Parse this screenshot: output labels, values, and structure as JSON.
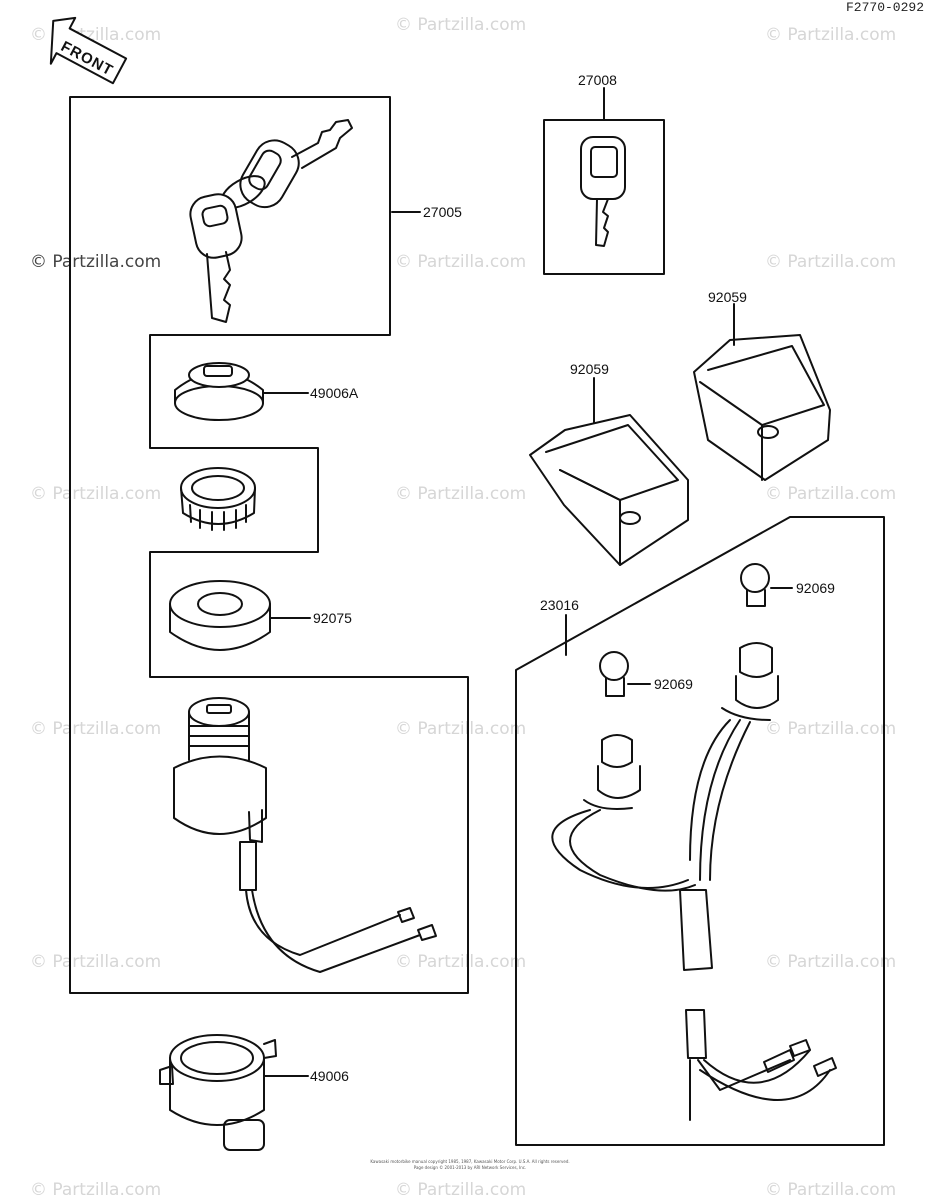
{
  "diagram_code": "F2770-0292",
  "front_label": "FRONT",
  "watermark": "© Partzilla.com",
  "copyright_lines": [
    "Kawasaki motorbike manual copyright 1985, 1987, Kawasaki Motor Corp. U.S.A. All rights reserved.",
    "Page design © 2001-2013 by ARI Network Services, Inc."
  ],
  "parts": {
    "p27005": "27005",
    "p49006A": "49006A",
    "p92075": "92075",
    "p49006": "49006",
    "p27008": "27008",
    "p92059a": "92059",
    "p92059b": "92059",
    "p23016": "23016",
    "p92069a": "92069",
    "p92069b": "92069"
  }
}
